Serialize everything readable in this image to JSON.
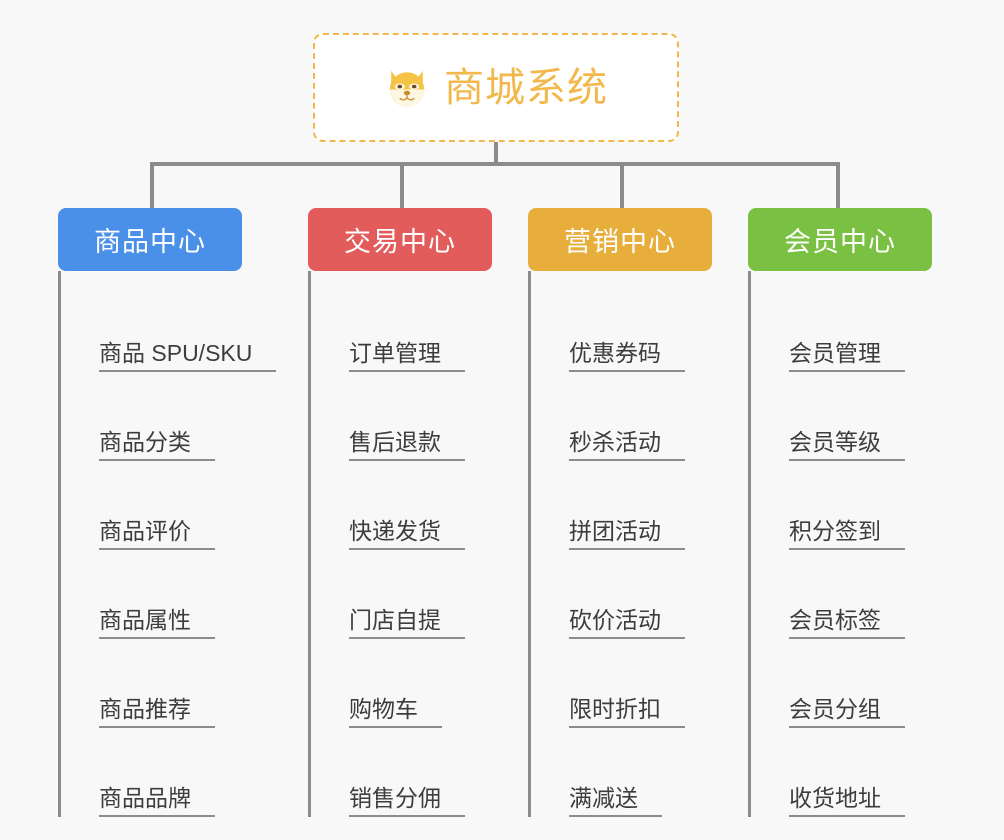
{
  "root": {
    "title": "商城系统",
    "icon": "dog-face-icon",
    "border_color": "#f2b84b",
    "text_color": "#f2b84b",
    "background": "#ffffff"
  },
  "page": {
    "background": "#f8f8f8",
    "connector_color": "#8c8c8c"
  },
  "columns": [
    {
      "header": "商品中心",
      "color": "#4a90e8",
      "items": [
        "商品 SPU/SKU",
        "商品分类",
        "商品评价",
        "商品属性",
        "商品推荐",
        "商品品牌"
      ]
    },
    {
      "header": "交易中心",
      "color": "#e25c5c",
      "items": [
        "订单管理",
        "售后退款",
        "快递发货",
        "门店自提",
        "购物车",
        "销售分佣"
      ]
    },
    {
      "header": "营销中心",
      "color": "#e8ae3c",
      "items": [
        "优惠券码",
        "秒杀活动",
        "拼团活动",
        "砍价活动",
        "限时折扣",
        "满减送"
      ]
    },
    {
      "header": "会员中心",
      "color": "#78c council",
      "items": [
        "会员管理",
        "会员等级",
        "积分签到",
        "会员标签",
        "会员分组",
        "收货地址"
      ]
    }
  ]
}
